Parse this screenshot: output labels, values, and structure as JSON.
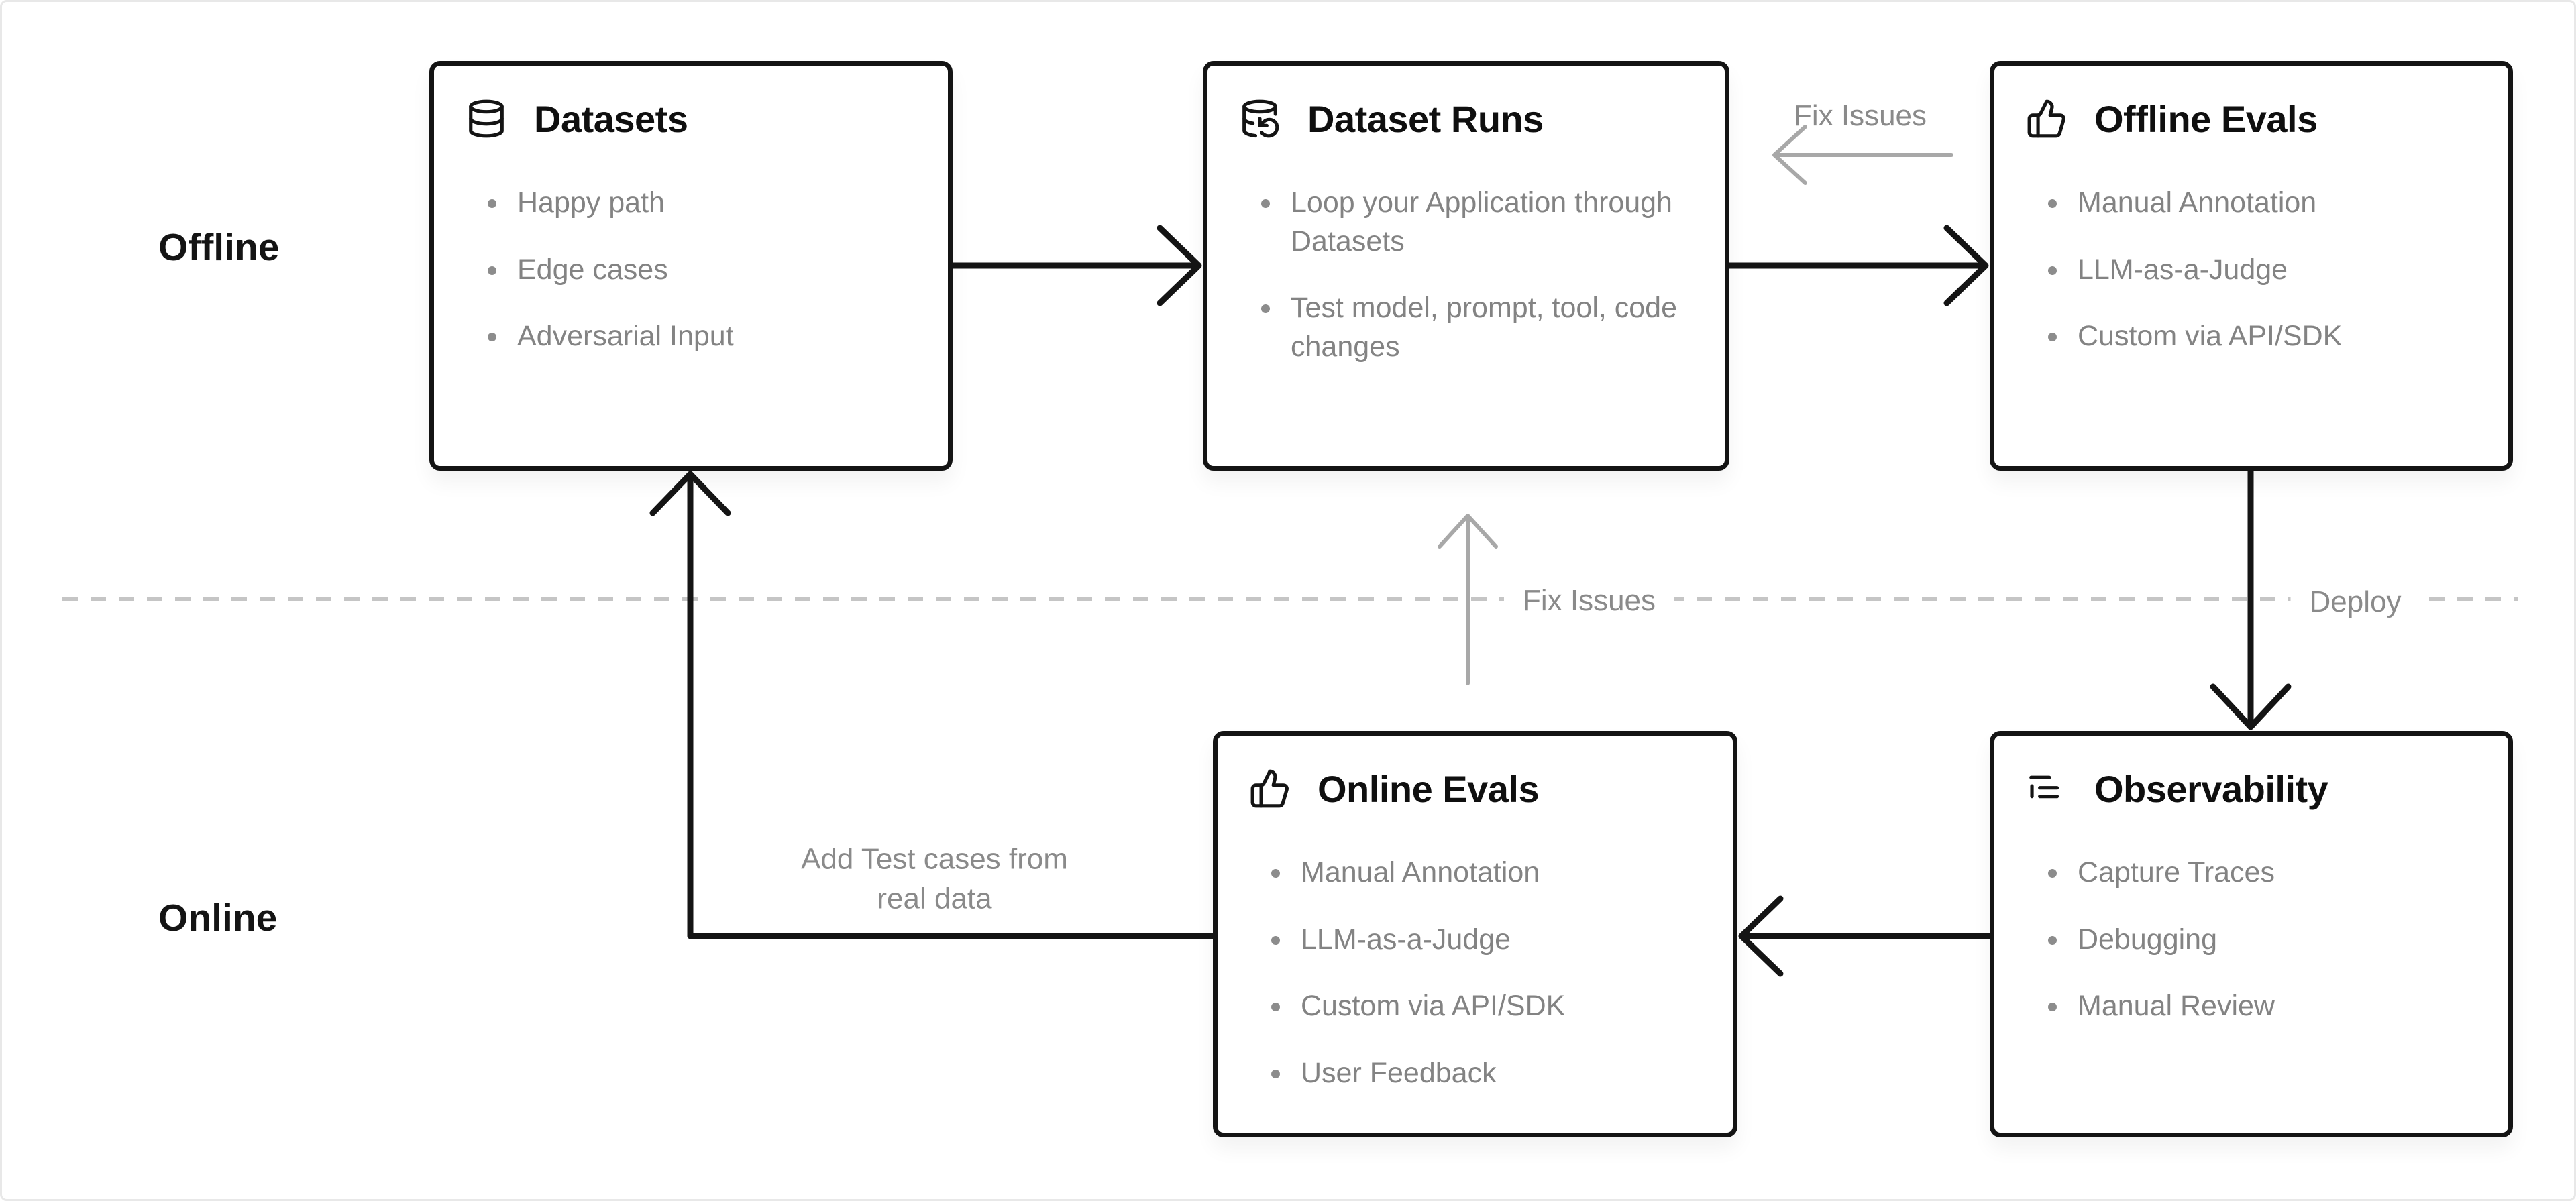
{
  "sections": {
    "offline_label": "Offline",
    "online_label": "Online"
  },
  "boxes": [
    {
      "title": "Datasets",
      "icon": "database-icon",
      "items": [
        "Happy path",
        "Edge cases",
        "Adversarial Input"
      ]
    },
    {
      "title": "Dataset Runs",
      "icon": "database-run-icon",
      "items": [
        "Loop your Application through Datasets",
        "Test model, prompt, tool, code changes"
      ]
    },
    {
      "title": "Offline Evals",
      "icon": "thumbs-up-icon",
      "items": [
        "Manual Annotation",
        "LLM-as-a-Judge",
        "Custom via API/SDK"
      ]
    },
    {
      "title": "Online Evals",
      "icon": "thumbs-up-icon",
      "items": [
        "Manual Annotation",
        "LLM-as-a-Judge",
        "Custom via API/SDK",
        "User Feedback"
      ]
    },
    {
      "title": "Observability",
      "icon": "logs-icon",
      "items": [
        "Capture Traces",
        "Debugging",
        "Manual Review"
      ]
    }
  ],
  "wire_labels": {
    "fix_issues_top": "Fix Issues",
    "fix_issues_middle": "Fix Issues",
    "deploy": "Deploy",
    "add_test_cases": "Add Test cases from real data"
  },
  "colors": {
    "background": "#ffffff",
    "box_border": "#141414",
    "title_text": "#0f0f0f",
    "muted_text": "#838383",
    "divider_dash": "#c5c5c5",
    "gray_arrow": "#a8a8a8",
    "black_arrow": "#141414"
  }
}
